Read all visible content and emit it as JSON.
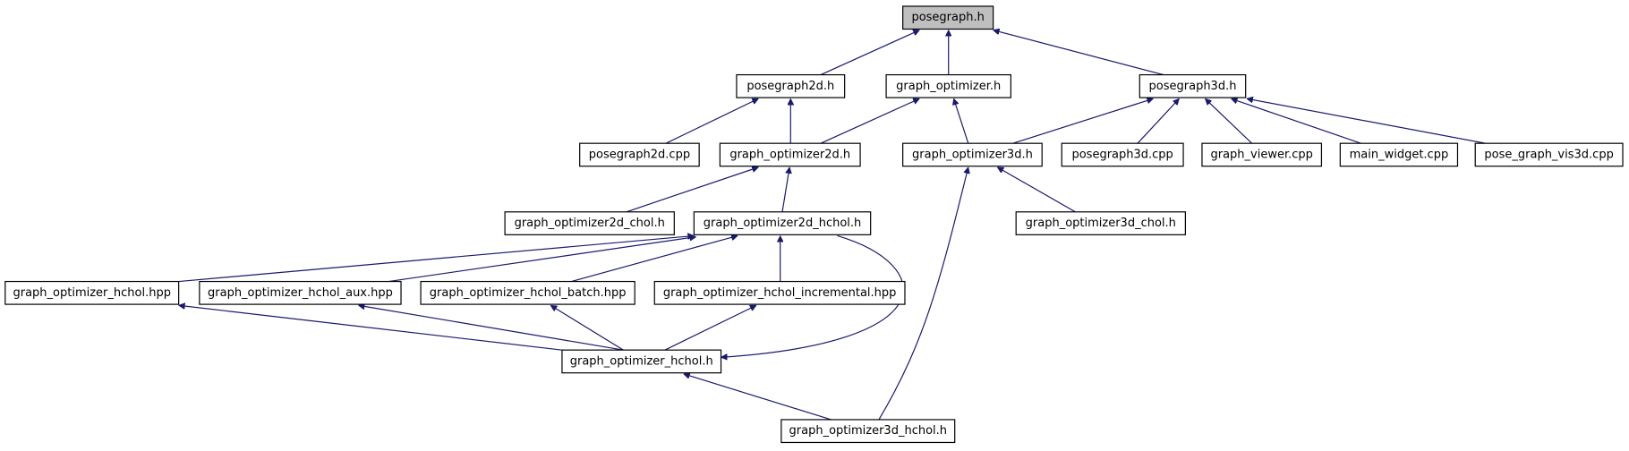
{
  "diagram": {
    "type": "include-dependency-graph",
    "nodes": [
      {
        "id": "posegraph_h",
        "label": "posegraph.h",
        "root": true
      },
      {
        "id": "posegraph2d_h",
        "label": "posegraph2d.h"
      },
      {
        "id": "graph_optimizer_h",
        "label": "graph_optimizer.h"
      },
      {
        "id": "posegraph3d_h",
        "label": "posegraph3d.h"
      },
      {
        "id": "posegraph2d_cpp",
        "label": "posegraph2d.cpp"
      },
      {
        "id": "graph_optimizer2d_h",
        "label": "graph_optimizer2d.h"
      },
      {
        "id": "graph_optimizer3d_h",
        "label": "graph_optimizer3d.h"
      },
      {
        "id": "posegraph3d_cpp",
        "label": "posegraph3d.cpp"
      },
      {
        "id": "graph_viewer_cpp",
        "label": "graph_viewer.cpp"
      },
      {
        "id": "main_widget_cpp",
        "label": "main_widget.cpp"
      },
      {
        "id": "pose_graph_vis3d_cpp",
        "label": "pose_graph_vis3d.cpp"
      },
      {
        "id": "graph_optimizer2d_chol_h",
        "label": "graph_optimizer2d_chol.h"
      },
      {
        "id": "graph_optimizer2d_hchol_h",
        "label": "graph_optimizer2d_hchol.h"
      },
      {
        "id": "graph_optimizer3d_chol_h",
        "label": "graph_optimizer3d_chol.h"
      },
      {
        "id": "graph_optimizer_hchol_hpp",
        "label": "graph_optimizer_hchol.hpp"
      },
      {
        "id": "graph_optimizer_hchol_aux_hpp",
        "label": "graph_optimizer_hchol_aux.hpp"
      },
      {
        "id": "graph_optimizer_hchol_batch_hpp",
        "label": "graph_optimizer_hchol_batch.hpp"
      },
      {
        "id": "graph_optimizer_hchol_incremental_hpp",
        "label": "graph_optimizer_hchol_incremental.hpp"
      },
      {
        "id": "graph_optimizer_hchol_h",
        "label": "graph_optimizer_hchol.h"
      },
      {
        "id": "graph_optimizer3d_hchol_h",
        "label": "graph_optimizer3d_hchol.h"
      }
    ],
    "edges": [
      {
        "from": "posegraph2d_h",
        "to": "posegraph_h"
      },
      {
        "from": "graph_optimizer_h",
        "to": "posegraph_h"
      },
      {
        "from": "posegraph3d_h",
        "to": "posegraph_h"
      },
      {
        "from": "posegraph2d_cpp",
        "to": "posegraph2d_h"
      },
      {
        "from": "graph_optimizer2d_h",
        "to": "posegraph2d_h"
      },
      {
        "from": "graph_optimizer2d_h",
        "to": "graph_optimizer_h"
      },
      {
        "from": "graph_optimizer3d_h",
        "to": "graph_optimizer_h"
      },
      {
        "from": "graph_optimizer3d_h",
        "to": "posegraph3d_h"
      },
      {
        "from": "posegraph3d_cpp",
        "to": "posegraph3d_h"
      },
      {
        "from": "graph_viewer_cpp",
        "to": "posegraph3d_h"
      },
      {
        "from": "main_widget_cpp",
        "to": "posegraph3d_h"
      },
      {
        "from": "pose_graph_vis3d_cpp",
        "to": "posegraph3d_h"
      },
      {
        "from": "graph_optimizer2d_chol_h",
        "to": "graph_optimizer2d_h"
      },
      {
        "from": "graph_optimizer2d_hchol_h",
        "to": "graph_optimizer2d_h"
      },
      {
        "from": "graph_optimizer3d_chol_h",
        "to": "graph_optimizer3d_h"
      },
      {
        "from": "graph_optimizer3d_hchol_h",
        "to": "graph_optimizer3d_h"
      },
      {
        "from": "graph_optimizer_hchol_hpp",
        "to": "graph_optimizer2d_hchol_h"
      },
      {
        "from": "graph_optimizer_hchol_aux_hpp",
        "to": "graph_optimizer2d_hchol_h"
      },
      {
        "from": "graph_optimizer_hchol_batch_hpp",
        "to": "graph_optimizer2d_hchol_h"
      },
      {
        "from": "graph_optimizer_hchol_incremental_hpp",
        "to": "graph_optimizer2d_hchol_h"
      },
      {
        "from": "graph_optimizer_hchol_h",
        "to": "graph_optimizer_hchol_hpp"
      },
      {
        "from": "graph_optimizer_hchol_h",
        "to": "graph_optimizer_hchol_aux_hpp"
      },
      {
        "from": "graph_optimizer_hchol_h",
        "to": "graph_optimizer_hchol_batch_hpp"
      },
      {
        "from": "graph_optimizer_hchol_h",
        "to": "graph_optimizer_hchol_incremental_hpp"
      },
      {
        "from": "graph_optimizer2d_hchol_h",
        "to": "graph_optimizer_hchol_h"
      },
      {
        "from": "graph_optimizer3d_hchol_h",
        "to": "graph_optimizer_hchol_h"
      }
    ],
    "colors": {
      "edge": "#191970",
      "node_border": "#000000",
      "node_fill": "#ffffff",
      "root_fill": "#bfbfbf"
    }
  }
}
